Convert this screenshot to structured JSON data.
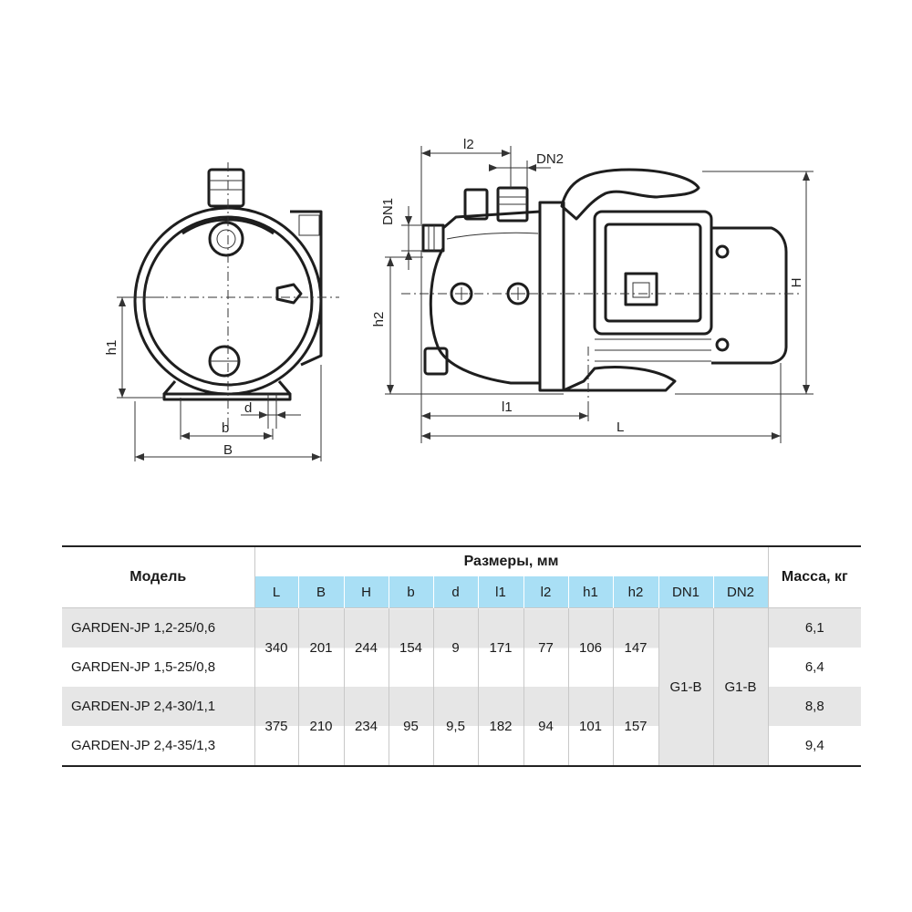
{
  "drawing": {
    "labels": {
      "l2": "l2",
      "dn2": "DN2",
      "dn1": "DN1",
      "h2": "h2",
      "h1": "h1",
      "h": "H",
      "l1": "l1",
      "l": "L",
      "d": "d",
      "b": "b",
      "b_cap": "B"
    }
  },
  "table": {
    "model_header": "Модель",
    "dims_header": "Размеры, мм",
    "mass_header": "Масса, кг",
    "columns": [
      "L",
      "B",
      "H",
      "b",
      "d",
      "l1",
      "l2",
      "h1",
      "h2",
      "DN1",
      "DN2"
    ],
    "groups": [
      {
        "models": [
          "GARDEN-JP 1,2-25/0,6",
          "GARDEN-JP 1,5-25/0,8"
        ],
        "values": [
          "340",
          "201",
          "244",
          "154",
          "9",
          "171",
          "77",
          "106",
          "147"
        ],
        "masses": [
          "6,1",
          "6,4"
        ]
      },
      {
        "models": [
          "GARDEN-JP 2,4-30/1,1",
          "GARDEN-JP 2,4-35/1,3"
        ],
        "values": [
          "375",
          "210",
          "234",
          "95",
          "9,5",
          "182",
          "94",
          "101",
          "157"
        ],
        "masses": [
          "8,8",
          "9,4"
        ]
      }
    ],
    "dn1": "G1-B",
    "dn2": "G1-B"
  }
}
